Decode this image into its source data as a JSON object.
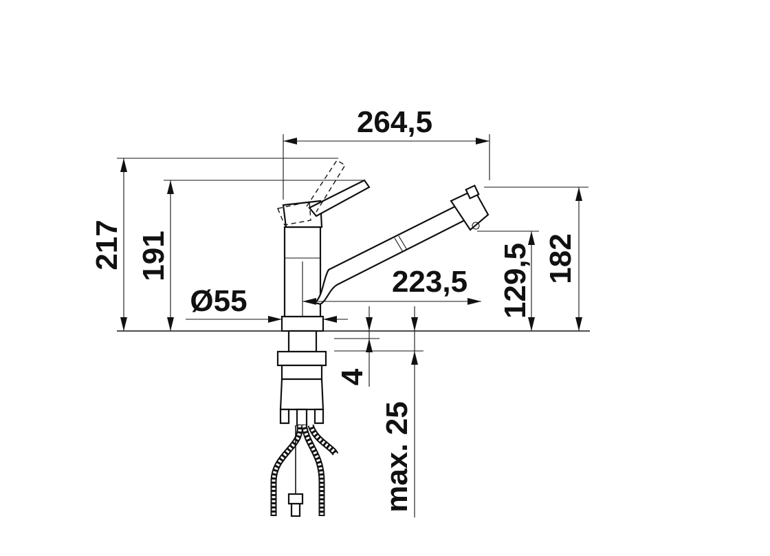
{
  "dimensions": {
    "reach_total": "264,5",
    "height_total": "217",
    "height_to_lever": "191",
    "base_diameter": "Ø55",
    "spout_reach": "223,5",
    "spout_clearance": "129,5",
    "spout_height": "182",
    "min_thickness": "4",
    "max_thickness": "max. 25"
  }
}
